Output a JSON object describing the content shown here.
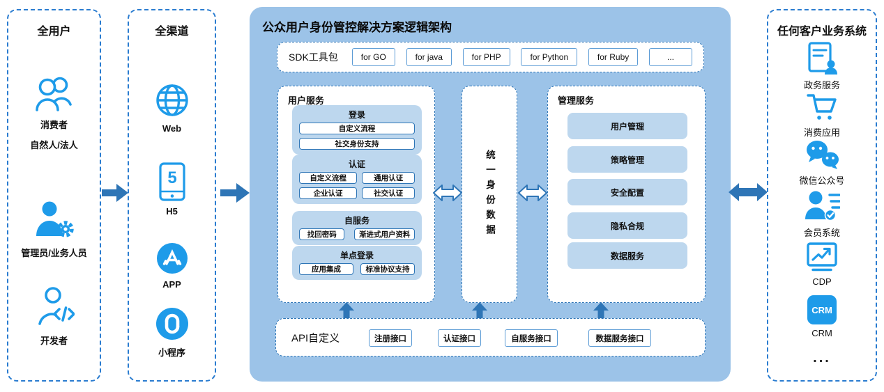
{
  "palette": {
    "center_bg": "#9CC3E8",
    "group_bg": "#BDD7EE",
    "arrow_blue": "#2E75B6",
    "dashed_border": "#2A7CD0",
    "icon_blue": "#1E9BE9"
  },
  "icons": {
    "consumers-icon": "two-person-outline",
    "admin-icon": "person-with-gear",
    "developer-icon": "person-with-code",
    "web-icon": "globe",
    "h5-icon": "phone-with-5",
    "app-icon": "app-store-circle",
    "miniprogram-icon": "wechat-miniprogram-circle",
    "gov-service-icon": "document-with-person",
    "cart-icon": "shopping-cart",
    "wechat-icon": "chat-bubbles",
    "member-icon": "person-with-checklist",
    "cdp-icon": "screen-with-trend-arrow",
    "crm-icon": "crm-square"
  },
  "users_panel": {
    "title": "全用户",
    "items": [
      {
        "icon": "consumers-icon",
        "labels": [
          "消费者",
          "自然人/法人"
        ]
      },
      {
        "icon": "admin-icon",
        "labels": [
          "管理员/业务人员"
        ]
      },
      {
        "icon": "developer-icon",
        "labels": [
          "开发者"
        ]
      }
    ]
  },
  "channels_panel": {
    "title": "全渠道",
    "items": [
      {
        "icon": "web-icon",
        "label": "Web"
      },
      {
        "icon": "h5-icon",
        "label": "H5"
      },
      {
        "icon": "app-icon",
        "label": "APP"
      },
      {
        "icon": "miniprogram-icon",
        "label": "小程序"
      }
    ]
  },
  "center": {
    "title": "公众用户身份管控解决方案逻辑架构",
    "sdk": {
      "label": "SDK工具包",
      "items": [
        "for GO",
        "for java",
        "for PHP",
        "for Python",
        "for Ruby",
        "..."
      ]
    },
    "user_services": {
      "title": "用户服务",
      "groups": [
        {
          "title": "登录",
          "rows": [
            [
              "自定义流程"
            ],
            [
              "社交身份支持"
            ]
          ]
        },
        {
          "title": "认证",
          "rows": [
            [
              "自定义流程",
              "通用认证"
            ],
            [
              "企业认证",
              "社交认证"
            ]
          ]
        },
        {
          "title": "自服务",
          "rows": [
            [
              "找回密码",
              "渐进式用户资料"
            ]
          ]
        },
        {
          "title": "单点登录",
          "rows": [
            [
              "应用集成",
              "标准协议支持"
            ]
          ]
        }
      ]
    },
    "identity_data": {
      "title": "统一身份数据"
    },
    "management_services": {
      "title": "管理服务",
      "items": [
        "用户管理",
        "策略管理",
        "安全配置",
        "隐私合规",
        "数据服务"
      ]
    },
    "api": {
      "label": "API自定义",
      "items": [
        "注册接口",
        "认证接口",
        "自服务接口",
        "数据服务接口"
      ]
    }
  },
  "systems_panel": {
    "title": "任何客户业务系统",
    "crm_badge": "CRM",
    "items": [
      {
        "icon": "gov-service-icon",
        "label": "政务服务"
      },
      {
        "icon": "cart-icon",
        "label": "消费应用"
      },
      {
        "icon": "wechat-icon",
        "label": "微信公众号"
      },
      {
        "icon": "member-icon",
        "label": "会员系统"
      },
      {
        "icon": "cdp-icon",
        "label": "CDP"
      },
      {
        "icon": "crm-icon",
        "label": "CRM"
      },
      {
        "icon": "ellipsis",
        "label": "..."
      }
    ]
  }
}
